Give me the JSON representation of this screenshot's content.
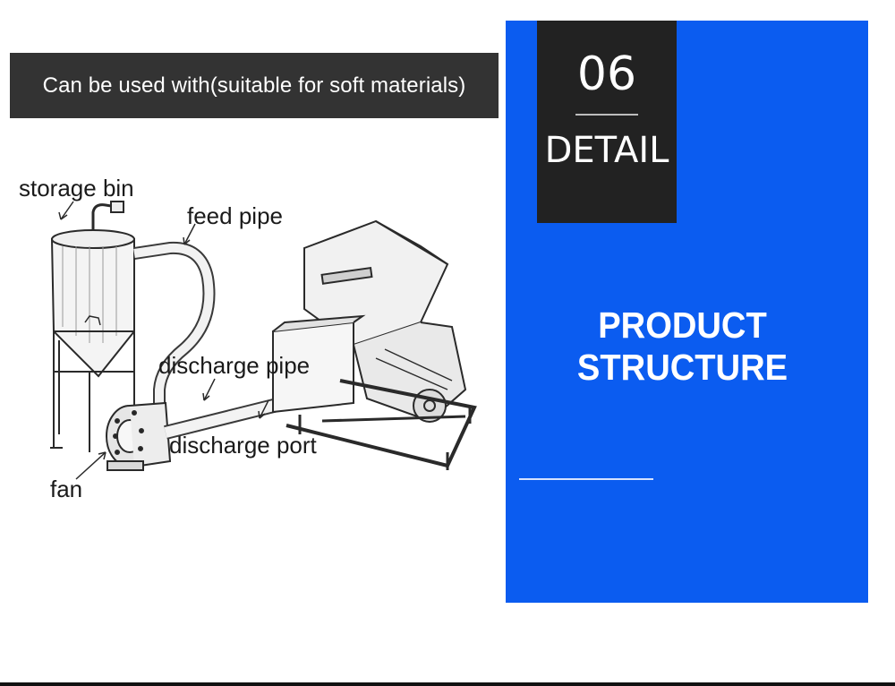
{
  "banner": {
    "text": "Can be used with(suitable for soft materials)"
  },
  "diagram": {
    "labels": {
      "storage_bin": "storage bin",
      "feed_pipe": "feed pipe",
      "discharge_pipe": "discharge pipe",
      "discharge_port": "discharge port",
      "fan": "fan"
    }
  },
  "section": {
    "number": "06",
    "word": "DETAIL",
    "headline": "PRODUCT STRUCTURE"
  },
  "colors": {
    "panel_blue": "#0b5cf0",
    "tag_dark": "#222222",
    "banner_dark": "#333333"
  }
}
